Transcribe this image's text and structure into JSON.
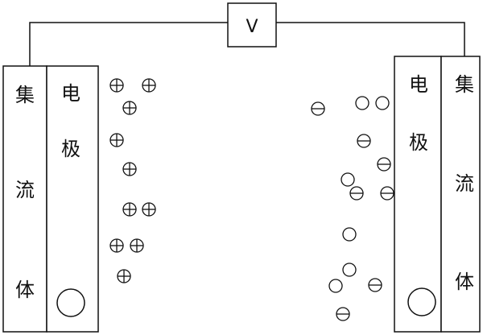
{
  "voltmeter": {
    "label": "V"
  },
  "left_collector": {
    "chars": [
      "集",
      "流",
      "体"
    ]
  },
  "left_electrode": {
    "chars": [
      "电",
      "极"
    ]
  },
  "right_electrode": {
    "chars": [
      "电",
      "极"
    ]
  },
  "right_collector": {
    "chars": [
      "集",
      "流",
      "体"
    ]
  },
  "colors": {
    "stroke": "#111111",
    "background": "#ffffff"
  }
}
